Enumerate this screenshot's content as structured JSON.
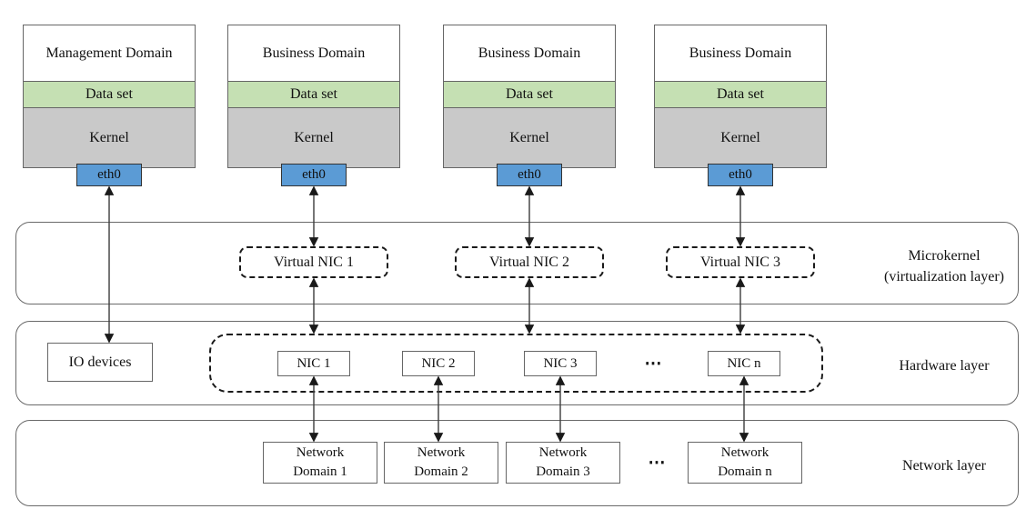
{
  "domains": [
    {
      "title": "Management Domain",
      "data_set": "Data set",
      "kernel": "Kernel",
      "eth": "eth0"
    },
    {
      "title": "Business Domain",
      "data_set": "Data set",
      "kernel": "Kernel",
      "eth": "eth0"
    },
    {
      "title": "Business Domain",
      "data_set": "Data set",
      "kernel": "Kernel",
      "eth": "eth0"
    },
    {
      "title": "Business Domain",
      "data_set": "Data set",
      "kernel": "Kernel",
      "eth": "eth0"
    }
  ],
  "virtual_nics": [
    {
      "label": "Virtual NIC 1"
    },
    {
      "label": "Virtual NIC 2"
    },
    {
      "label": "Virtual NIC 3"
    }
  ],
  "microkernel_layer": {
    "label_line1": "Microkernel",
    "label_line2": "(virtualization layer)"
  },
  "hardware_layer": {
    "label": "Hardware layer",
    "io_devices": "IO devices",
    "nics": [
      {
        "label": "NIC 1"
      },
      {
        "label": "NIC 2"
      },
      {
        "label": "NIC 3"
      },
      {
        "label": "NIC n"
      }
    ],
    "ellipsis": "⋯"
  },
  "network_layer": {
    "label": "Network layer",
    "domains": [
      {
        "line1": "Network",
        "line2": "Domain 1"
      },
      {
        "line1": "Network",
        "line2": "Domain 2"
      },
      {
        "line1": "Network",
        "line2": "Domain 3"
      },
      {
        "line1": "Network",
        "line2": "Domain n"
      }
    ],
    "ellipsis": "⋯"
  },
  "colors": {
    "data_set_green": "#c5e0b3",
    "kernel_gray": "#c9c9c9",
    "eth_blue": "#5b9bd5",
    "box_border": "#666666",
    "arrow": "#3c3c3c"
  }
}
